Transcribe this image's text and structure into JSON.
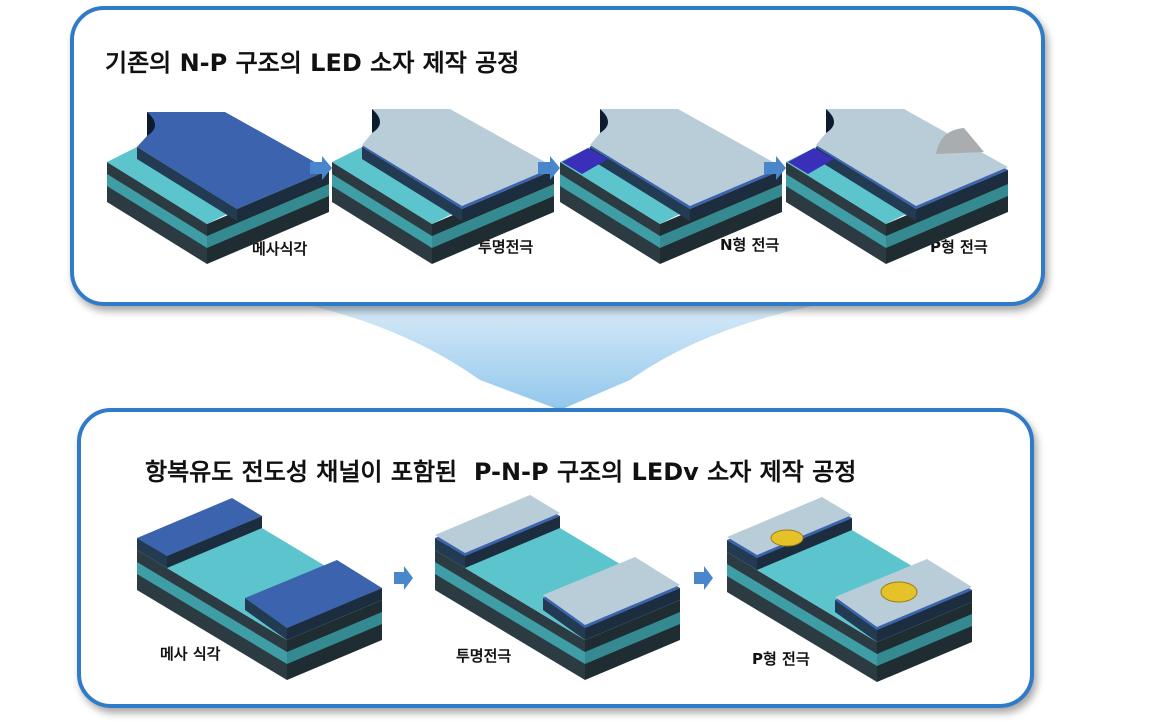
{
  "top_panel": {
    "title": "기존의 N-P 구조의 LED 소자 제작 공정",
    "steps": [
      "메사식각",
      "투명전극",
      "N형 전극",
      "P형 전극"
    ]
  },
  "bottom_panel": {
    "title": "항복유도 전도성 채널이 포함된  P-N-P 구조의 LEDv 소자 제작 공정",
    "steps": [
      "메사 식각",
      "투명전극",
      "P형 전극"
    ]
  },
  "colors": {
    "border": "#2f7bc8",
    "mesa_blue": "#3b63ae",
    "transparent_electrode": "#b8cdd8",
    "teal_layer": "#5cc4cc",
    "n_electrode": "#3a2fb8",
    "p_electrode_gray": "#a9adb0",
    "p_electrode_gold": "#e6c22a",
    "arrow": "#4a86cc"
  }
}
